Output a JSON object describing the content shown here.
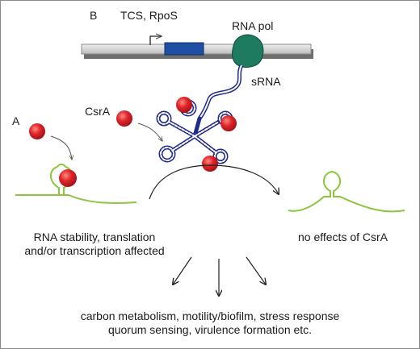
{
  "panel_labels": {
    "b": "B",
    "a": "A"
  },
  "gene": {
    "promoter_label": "TCS, RpoS",
    "polymerase_label": "RNA pol",
    "srna_label": "sRNA"
  },
  "protein_label": "CsrA",
  "outcome_left": {
    "line1": "RNA stability, translation",
    "line2": "and/or transcription affected"
  },
  "outcome_right": "no effects of CsrA",
  "processes": {
    "line1": "carbon metabolism, motility/biofilm, stress response",
    "line2": "quorum sensing, virulence formation etc."
  },
  "colors": {
    "dna_bar": "#d3d3d3",
    "gene_box": "#1f4fa3",
    "polymerase": "#1e7b60",
    "srna": "#1f2a8a",
    "csra": "#e0262b",
    "mrna": "#8cc63f"
  }
}
